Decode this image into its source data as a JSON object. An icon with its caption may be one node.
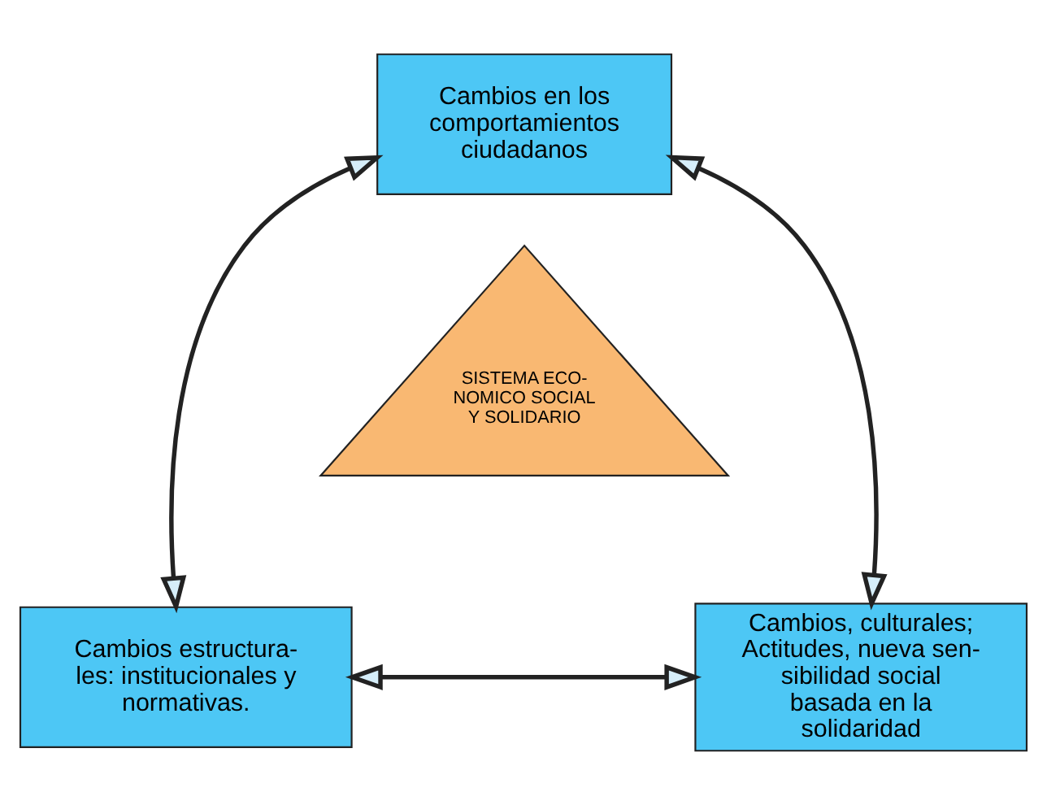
{
  "diagram": {
    "nodes": [
      {
        "text": [
          "Cambios en los comportamientos ciudadanos"
        ]
      },
      {
        "text": [
          "SISTEMA ECO- NOMICO SOCIAL Y SOLIDARIO"
        ]
      },
      {
        "text": [
          "Cambios estructura- les: institucionales y normativas."
        ]
      },
      {
        "text": [
          "Cambios, culturales; Actitudes, nueva sen- sibilidad social basada en la solidaridad"
        ]
      }
    ],
    "edges": [
      {
        "from": 0,
        "to": 2,
        "arrow": "both"
      },
      {
        "from": 0,
        "to": 3,
        "arrow": "both"
      },
      {
        "from": 2,
        "to": 3,
        "arrow": "both"
      }
    ]
  }
}
